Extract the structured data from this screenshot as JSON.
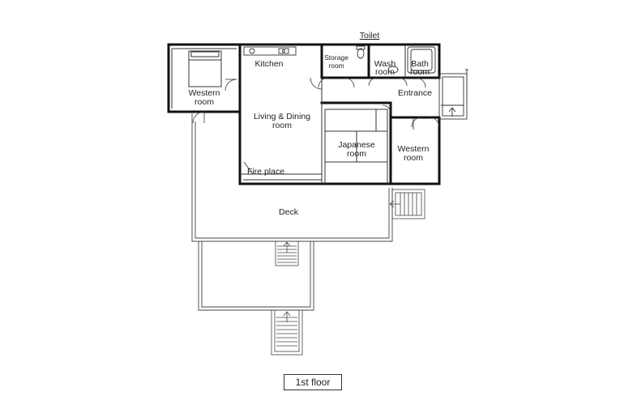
{
  "floor_label": "1st floor",
  "rooms": {
    "western_room_left": [
      "Western",
      "room"
    ],
    "kitchen": "Kitchen",
    "storage_room": [
      "Storage",
      "room"
    ],
    "toilet": "Toilet",
    "wash_room": [
      "Wash",
      "room"
    ],
    "bath_room": [
      "Bath",
      "room"
    ],
    "entrance": "Entrance",
    "living_dining": [
      "Living & Dining",
      "room"
    ],
    "japanese_room": [
      "Japanese",
      "room"
    ],
    "western_room_right": [
      "Western",
      "room"
    ],
    "fire_place": "Fire place",
    "deck": "Deck"
  }
}
